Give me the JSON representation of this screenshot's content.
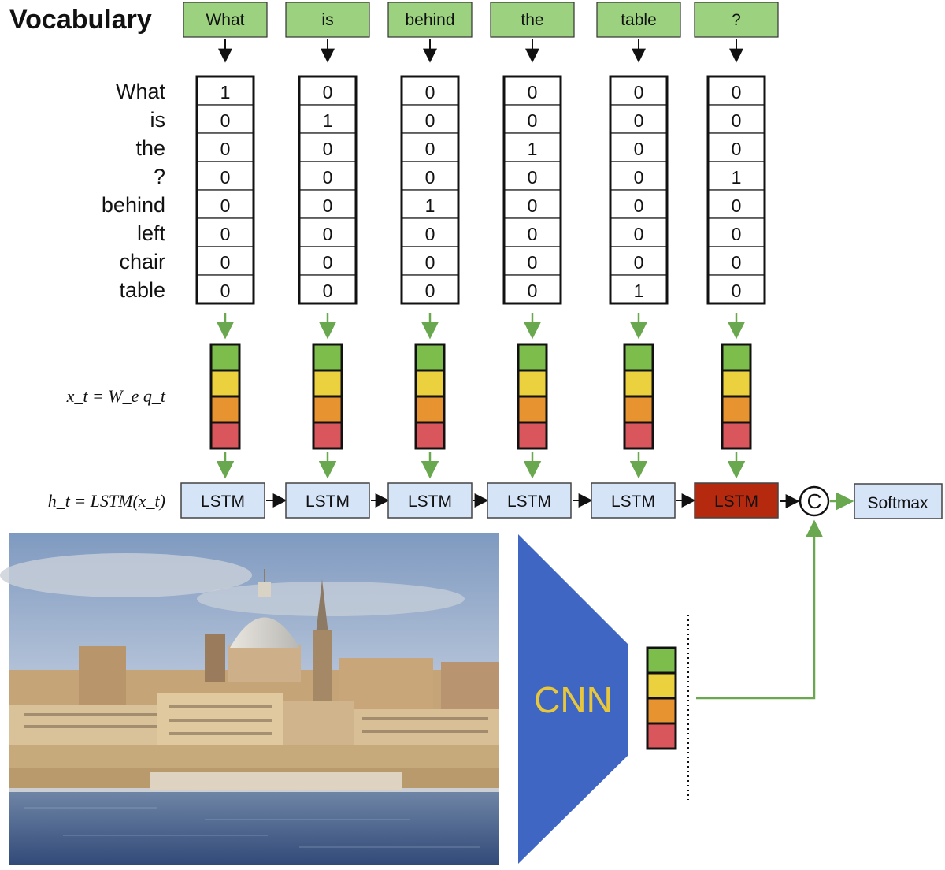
{
  "title": "Vocabulary",
  "question_words": [
    "What",
    "is",
    "behind",
    "the",
    "table",
    "?"
  ],
  "vocabulary": [
    "What",
    "is",
    "the",
    "?",
    "behind",
    "left",
    "chair",
    "table"
  ],
  "one_hot_vectors": [
    [
      1,
      0,
      0,
      0,
      0,
      0,
      0,
      0
    ],
    [
      0,
      1,
      0,
      0,
      0,
      0,
      0,
      0
    ],
    [
      0,
      0,
      0,
      0,
      1,
      0,
      0,
      0
    ],
    [
      0,
      0,
      1,
      0,
      0,
      0,
      0,
      0
    ],
    [
      0,
      0,
      0,
      0,
      0,
      0,
      0,
      1
    ],
    [
      0,
      0,
      0,
      1,
      0,
      0,
      0,
      0
    ]
  ],
  "embedding_label": "x_t = W_e q_t",
  "lstm_equation_label": "h_t = LSTM(x_t)",
  "lstm_label": "LSTM",
  "concat_symbol": "C",
  "softmax_label": "Softmax",
  "cnn_label": "CNN",
  "colors": {
    "word_box": "#9cd17f",
    "lstm_box": "#d6e4f7",
    "lstm_last": "#b52a0f",
    "cnn": "#3f66c2",
    "cnn_text": "#e9c73b",
    "arrow_green": "#6aa84f",
    "embed": [
      "#7cbd4b",
      "#ecd13e",
      "#e7932f",
      "#d9565c"
    ]
  }
}
